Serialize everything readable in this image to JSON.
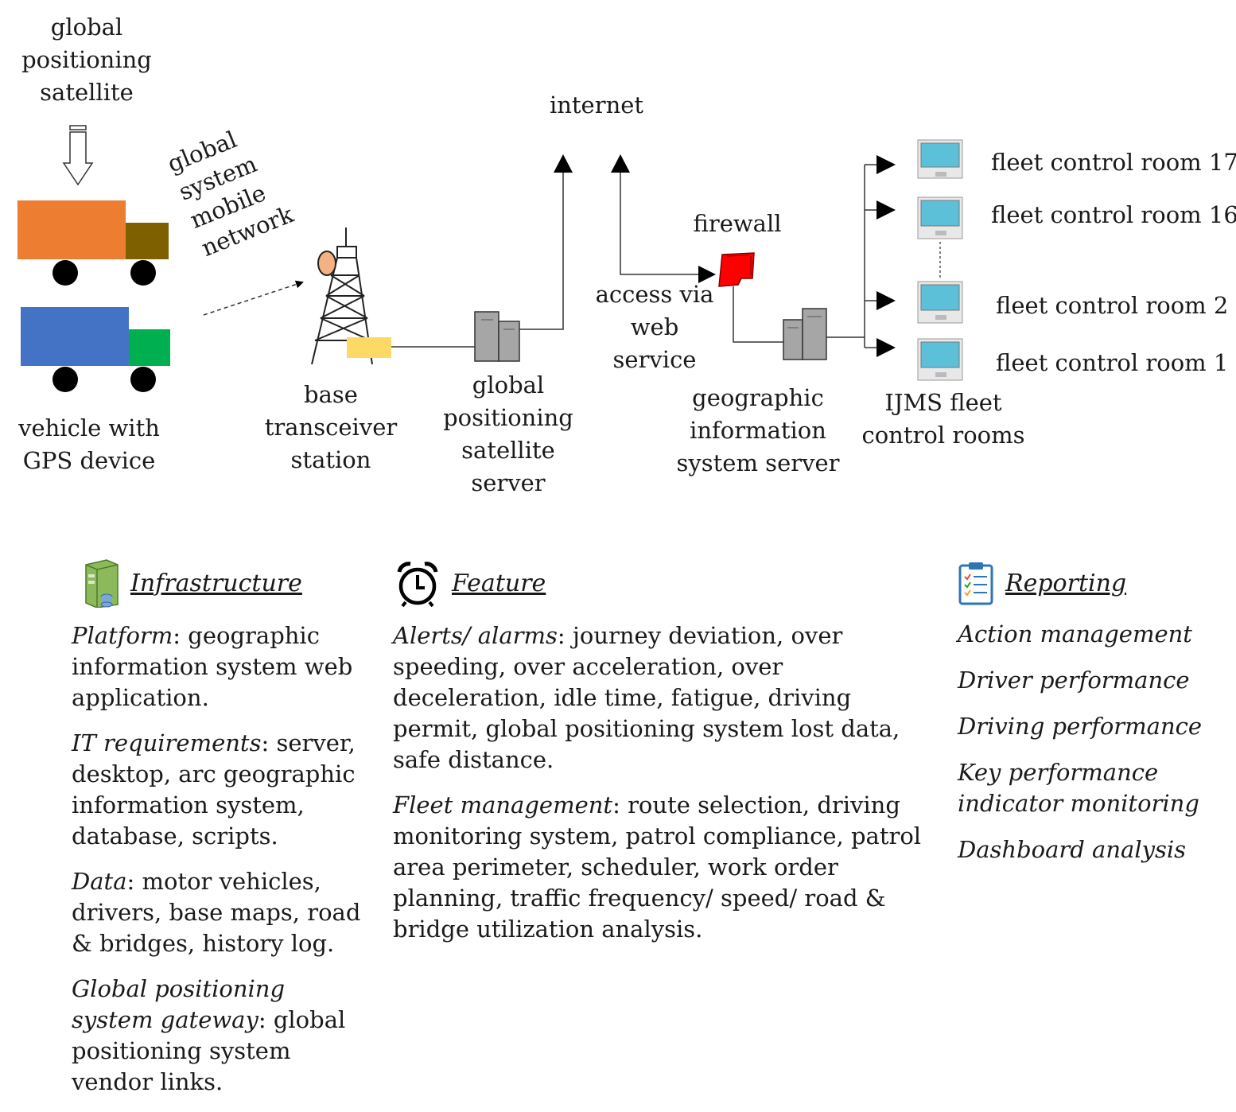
{
  "diagram": {
    "labels": {
      "satellite": "global\npositioning\nsatellite",
      "gsm": "global\nsystem\nmobile\nnetwork",
      "vehicle": "vehicle with\nGPS device",
      "bts": "base\ntransceiver\nstation",
      "gps_server": "global\npositioning\nsatellite\nserver",
      "internet": "internet",
      "access": "access via\nweb\nservice",
      "firewall": "firewall",
      "gis_server": "geographic\ninformation\nsystem server",
      "ijms": "IJMS fleet\ncontrol rooms",
      "room17": "fleet control room 17",
      "room16": "fleet control room 16",
      "room2": "fleet control room 2",
      "room1": "fleet control room 1"
    },
    "colors": {
      "truck1_body": "#ed7d31",
      "truck1_cab": "#7f6000",
      "truck2_body": "#4472c4",
      "truck2_cab": "#00b050",
      "bts_box": "#ffd966",
      "firewall": "#ff0000",
      "monitor": "#5bc0d8",
      "server": "#a6a6a6"
    }
  },
  "infrastructure": {
    "icon": "server-icon",
    "title": "Infrastructure",
    "items": [
      {
        "term": "Platform",
        "text": ": geographic information system web application."
      },
      {
        "term": "IT requirements",
        "text": ": server, desktop, arc geographic information system, database, scripts."
      },
      {
        "term": "Data",
        "text": ": motor vehicles, drivers, base maps, road & bridges, history log."
      },
      {
        "term": "Global positioning system gateway",
        "text": ": global positioning system vendor links."
      }
    ]
  },
  "feature": {
    "icon": "alarm-clock-icon",
    "title": "Feature",
    "items": [
      {
        "term": "Alerts/ alarms",
        "text": ": journey deviation, over speeding, over acceleration, over deceleration, idle time, fatigue, driving permit, global positioning system lost data, safe distance."
      },
      {
        "term": "Fleet management",
        "text": ": route selection, driving monitoring system, patrol compliance, patrol area perimeter, scheduler, work order planning, traffic frequency/ speed/ road & bridge utilization analysis."
      }
    ]
  },
  "reporting": {
    "icon": "clipboard-checklist-icon",
    "title": "Reporting",
    "items": [
      "Action management",
      "Driver performance",
      "Driving performance",
      "Key performance indicator monitoring",
      "Dashboard analysis"
    ]
  }
}
